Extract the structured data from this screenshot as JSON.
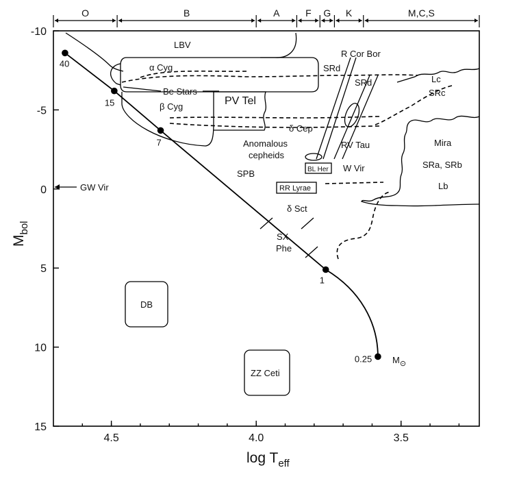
{
  "chart_data": {
    "type": "scatter",
    "title": "",
    "xlabel": "log T",
    "xlabel_sub": "eff",
    "ylabel": "M",
    "ylabel_sub": "bol",
    "xlim": [
      4.7,
      3.23
    ],
    "ylim": [
      -10,
      15
    ],
    "x_ticks": [
      4.5,
      4.0,
      3.5
    ],
    "y_ticks": [
      -10,
      -5,
      0,
      5,
      10,
      15
    ],
    "x_tick_labels": [
      "4.5",
      "4.0",
      "3.5"
    ],
    "y_tick_labels": [
      "-10",
      "-5",
      "0",
      "5",
      "10",
      "15"
    ],
    "grid": false,
    "spectral_classes": [
      "O",
      "B",
      "A",
      "F",
      "G",
      "K",
      "M,C,S"
    ],
    "spectral_boundaries": [
      4.48,
      4.0,
      3.86,
      3.78,
      3.73,
      3.63
    ],
    "main_sequence_points": [
      {
        "label": "40",
        "x": 4.66,
        "y": -8.6
      },
      {
        "label": "15",
        "x": 4.49,
        "y": -6.2
      },
      {
        "label": "7",
        "x": 4.33,
        "y": -3.7
      },
      {
        "label": "1",
        "x": 3.76,
        "y": 5.1
      },
      {
        "label": "0.25",
        "x": 3.58,
        "y": 10.6
      }
    ],
    "mass_unit": "M",
    "mass_unit_sub": "⊙",
    "regions": [
      {
        "name": "LBV",
        "label": "LBV"
      },
      {
        "name": "alpha-cyg",
        "label": "α Cyg"
      },
      {
        "name": "be-stars",
        "label": "Be Stars"
      },
      {
        "name": "beta-cyg",
        "label": "β Cyg"
      },
      {
        "name": "pv-tel",
        "label": "PV Tel"
      },
      {
        "name": "srd-1",
        "label": "SRd"
      },
      {
        "name": "srd-2",
        "label": "SRd"
      },
      {
        "name": "r-cor-bor",
        "label": "R Cor Bor"
      },
      {
        "name": "lc-src",
        "label": "Lc"
      },
      {
        "name": "lc-src-2",
        "label": "SRc"
      },
      {
        "name": "delta-cep",
        "label": "δ Cep"
      },
      {
        "name": "anomalous-cepheids",
        "label": "Anomalous"
      },
      {
        "name": "anomalous-cepheids-2",
        "label": "cepheids"
      },
      {
        "name": "rv-tau",
        "label": "RV Tau"
      },
      {
        "name": "bl-her",
        "label": "BL Her"
      },
      {
        "name": "w-vir",
        "label": "W Vir"
      },
      {
        "name": "mira",
        "label": "Mira"
      },
      {
        "name": "srab",
        "label": "SRa, SRb"
      },
      {
        "name": "lb",
        "label": "Lb"
      },
      {
        "name": "spb",
        "label": "SPB"
      },
      {
        "name": "rr-lyrae",
        "label": "RR Lyrae"
      },
      {
        "name": "delta-sct",
        "label": "δ Sct"
      },
      {
        "name": "sx-phe",
        "label": "SX"
      },
      {
        "name": "sx-phe-2",
        "label": "Phe"
      },
      {
        "name": "gw-vir",
        "label": "GW Vir"
      },
      {
        "name": "db",
        "label": "DB"
      },
      {
        "name": "zz-ceti",
        "label": "ZZ Ceti"
      }
    ]
  }
}
